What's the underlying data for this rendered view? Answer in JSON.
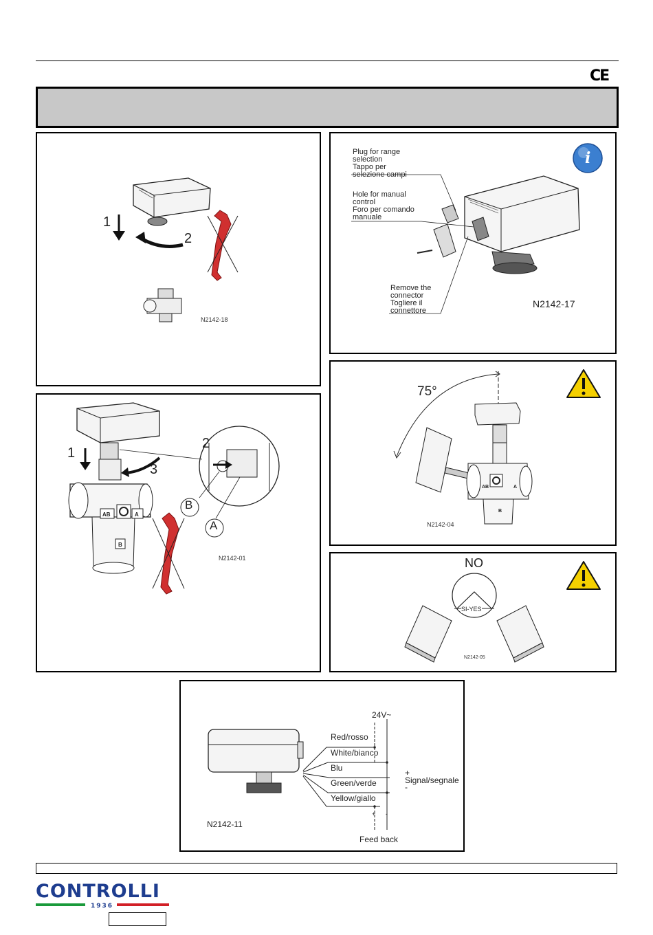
{
  "header": {
    "ce_mark": "CE"
  },
  "panel_tl": {
    "step1": "1",
    "step2": "2",
    "code": "N2142-18"
  },
  "panel_tr": {
    "plug_label": [
      "Plug for range",
      "selection",
      "Tappo per",
      "selezione campi"
    ],
    "hole_label": [
      "Hole for manual",
      "control",
      "Foro per comando",
      "manuale"
    ],
    "remove_label": [
      "Remove the",
      "connector",
      "Togliere il",
      "connettore"
    ],
    "code": "N2142-17",
    "info_icon": "info-icon"
  },
  "panel_ml": {
    "step1": "1",
    "step2": "2",
    "step3": "3",
    "label_b": "B",
    "label_a": "A",
    "port_ab": "AB",
    "port_a": "A",
    "port_b": "B",
    "code": "N2142-01"
  },
  "panel_mr": {
    "angle": "75°",
    "port_ab": "AB",
    "port_a": "A",
    "port_b": "B",
    "code": "N2142-04",
    "warning_icon": "warning-icon"
  },
  "panel_br": {
    "no_label": "NO",
    "yes_label": "SI-YES",
    "code": "N2142-05",
    "warning_icon": "warning-icon"
  },
  "wiring": {
    "supply": "24V~",
    "wires": [
      "Red/rosso",
      "White/bianco",
      "Blu",
      "Green/verde",
      "Yellow/giallo"
    ],
    "signal": "Signal/segnale",
    "feedback": "Feed back",
    "plus": "+",
    "minus": "-",
    "code": "N2142-11"
  },
  "footer": {
    "brand": "CONTROLLI",
    "year": "1936",
    "colors": {
      "brand_blue": "#1e3d8f",
      "green": "#1a9a3a",
      "red": "#d21f26"
    }
  }
}
